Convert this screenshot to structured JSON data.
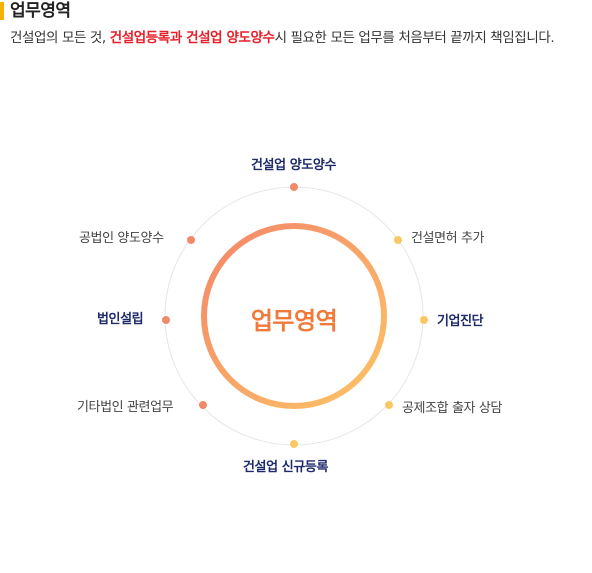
{
  "header": {
    "title": "업무영역",
    "accent_color": "#f5b300"
  },
  "description": {
    "before": "건설업의 모든 것, ",
    "highlight": "건설업등록과 건설업 양도양수",
    "after": "시 필요한 모든 업무를 처음부터 끝까지 책임집니다.",
    "highlight_color": "#e8202a"
  },
  "diagram": {
    "center": "업무영역",
    "center_color": "#f07a3c",
    "ring_gradient": [
      "#f4866a",
      "#fcc465"
    ],
    "nodes": [
      {
        "label": "건설업 양도양수",
        "style": "navy"
      },
      {
        "label": "건설면허 추가",
        "style": "gray"
      },
      {
        "label": "기업진단",
        "style": "navy"
      },
      {
        "label": "공제조합 출자 상담",
        "style": "gray"
      },
      {
        "label": "건설업 신규등록",
        "style": "navy"
      },
      {
        "label": "기타법인 관련업무",
        "style": "gray"
      },
      {
        "label": "법인설립",
        "style": "navy"
      },
      {
        "label": "공법인 양도양수",
        "style": "gray"
      }
    ]
  }
}
